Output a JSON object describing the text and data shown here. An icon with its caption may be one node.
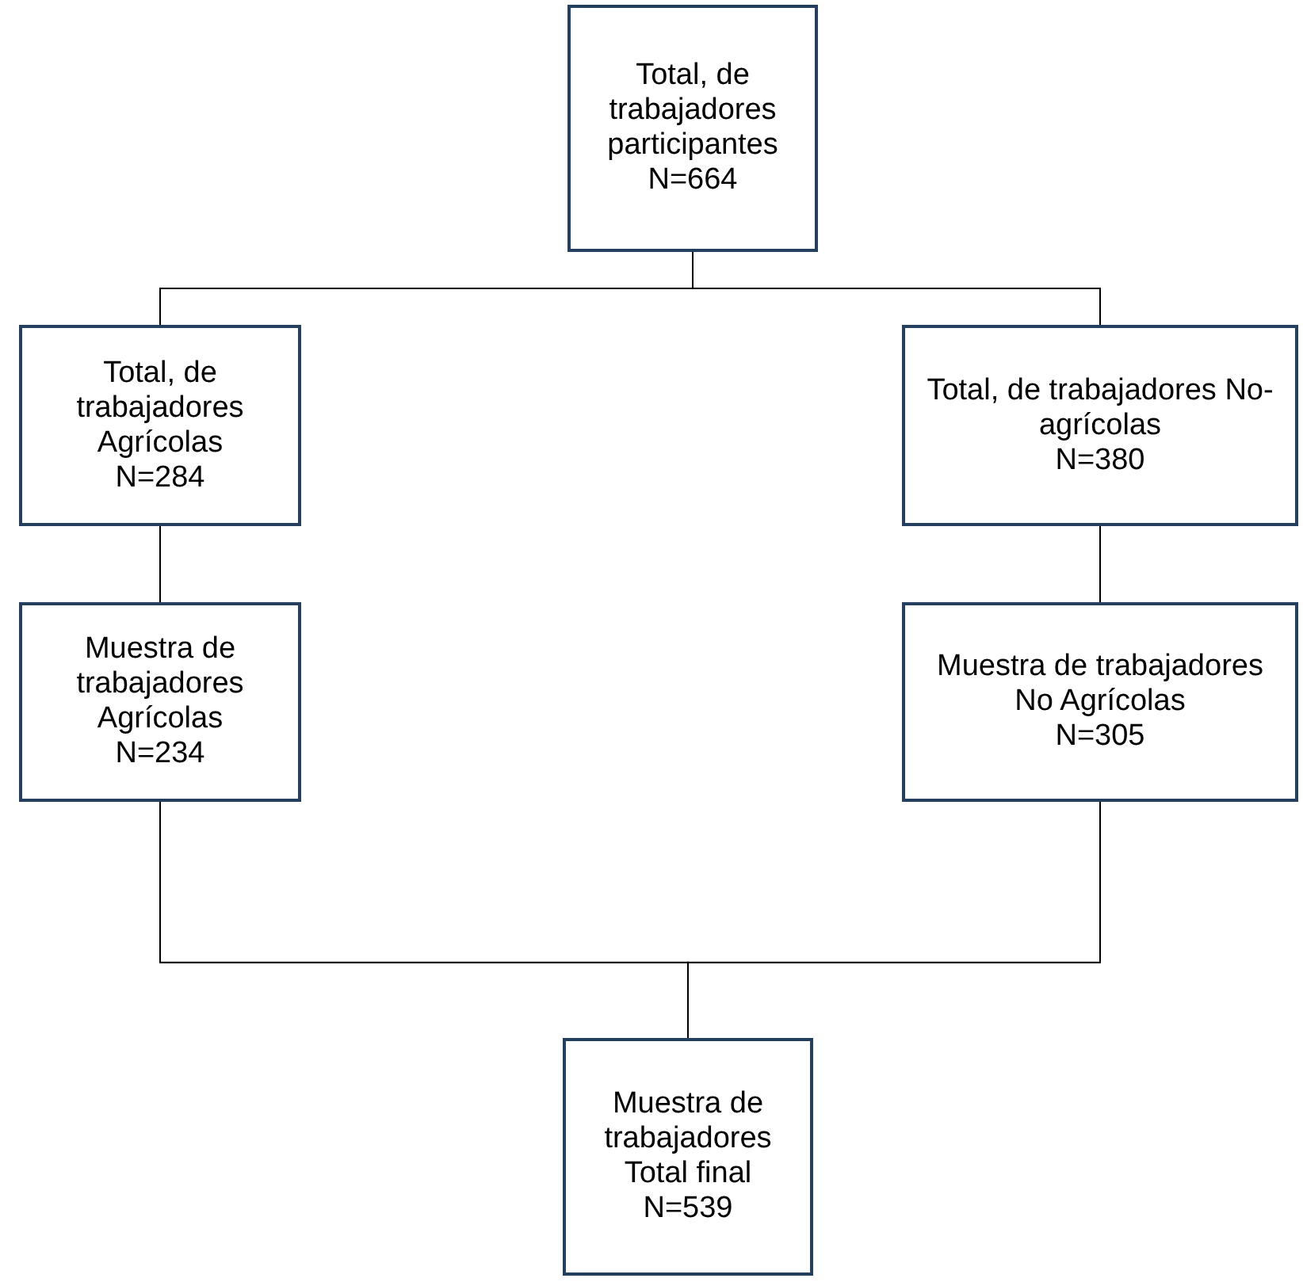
{
  "diagram": {
    "nodes": [
      {
        "text": [
          "Total, de trabajadores participantes",
          "N=664"
        ]
      },
      {
        "text": [
          "Total, de trabajadores Agrícolas",
          "N=284"
        ]
      },
      {
        "text": [
          "Total, de trabajadores No-agrícolas",
          "N=380"
        ]
      },
      {
        "text": [
          "Muestra de trabajadores Agrícolas",
          "N=234"
        ]
      },
      {
        "text": [
          "Muestra de trabajadores No Agrícolas",
          "N=305"
        ]
      },
      {
        "text": [
          "Muestra de trabajadores Total final",
          "N=539"
        ]
      }
    ],
    "edges": [
      {
        "from": 0,
        "to": 1,
        "arrow": "none"
      },
      {
        "from": 0,
        "to": 2,
        "arrow": "none"
      },
      {
        "from": 1,
        "to": 3,
        "arrow": "none"
      },
      {
        "from": 2,
        "to": 4,
        "arrow": "none"
      },
      {
        "from": 3,
        "to": 5,
        "arrow": "none"
      },
      {
        "from": 4,
        "to": 5,
        "arrow": "none"
      }
    ]
  }
}
